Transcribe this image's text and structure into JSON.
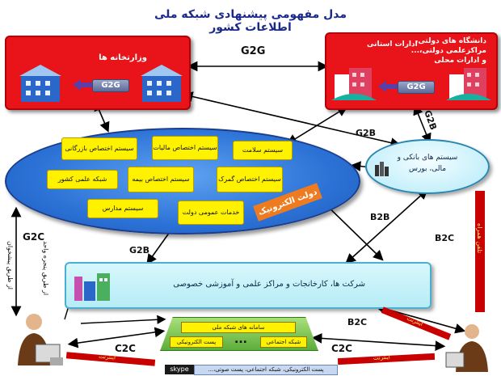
{
  "title": "مدل مفهومی پیشنهادی شبکه ملی اطلاعات کشور",
  "top_left": {
    "label": "وزارتخانه ها",
    "pill": "G2G"
  },
  "top_right": {
    "label1": "دانشگاه های دولتی،",
    "label2": "مراکزعلمی دولتی،...",
    "label3": "و ادارات محلی",
    "label4": "ادارات استانی",
    "pill": "G2G"
  },
  "g2g_top": "G2G",
  "ellipse": {
    "items": [
      "سیستم اختصاص بازرگانی",
      "سیستم اختصاص مالیات",
      "سیستم سلامت",
      "شبکه علمی کشور",
      "سیستم اختصاص بیمه",
      "سیستم اختصاص گمرک",
      "سیستم مدارس",
      "خدمات عمومی دولت"
    ],
    "ribbon": "دولت الکترونیک"
  },
  "bank": {
    "line1": "سیستم های بانکی و",
    "line2": "مالی، بورس"
  },
  "company": {
    "label": "شرکت ها، کارخانجات و مراکز علمی و آموزشی خصوصی"
  },
  "labels": {
    "g2b_1": "G2B",
    "g2b_2": "G2B",
    "g2b_3": "G2B",
    "b2b": "B2B",
    "b2c_right": "B2C",
    "b2c_bottom": "B2C",
    "g2c": "G2C",
    "c2c_left": "C2C",
    "c2c_right": "C2C"
  },
  "vertical": {
    "left1": "از طریق پیشخوان",
    "left2": "از طریق پنجره واحد",
    "right_bar": "تلفن همراه"
  },
  "green": {
    "title": "سامانه های شبکه ملی",
    "left": "پست الکترونیکی",
    "dots": "...",
    "right": "شبکه اجتماعی"
  },
  "bottom_bar": "پست الکترونیکی، شبکه اجتماعی، پست صوتی،...",
  "skype": "skype",
  "internet_left": "اینترنت",
  "internet_right": "اینترنت",
  "internet_diag": "اینترنت"
}
